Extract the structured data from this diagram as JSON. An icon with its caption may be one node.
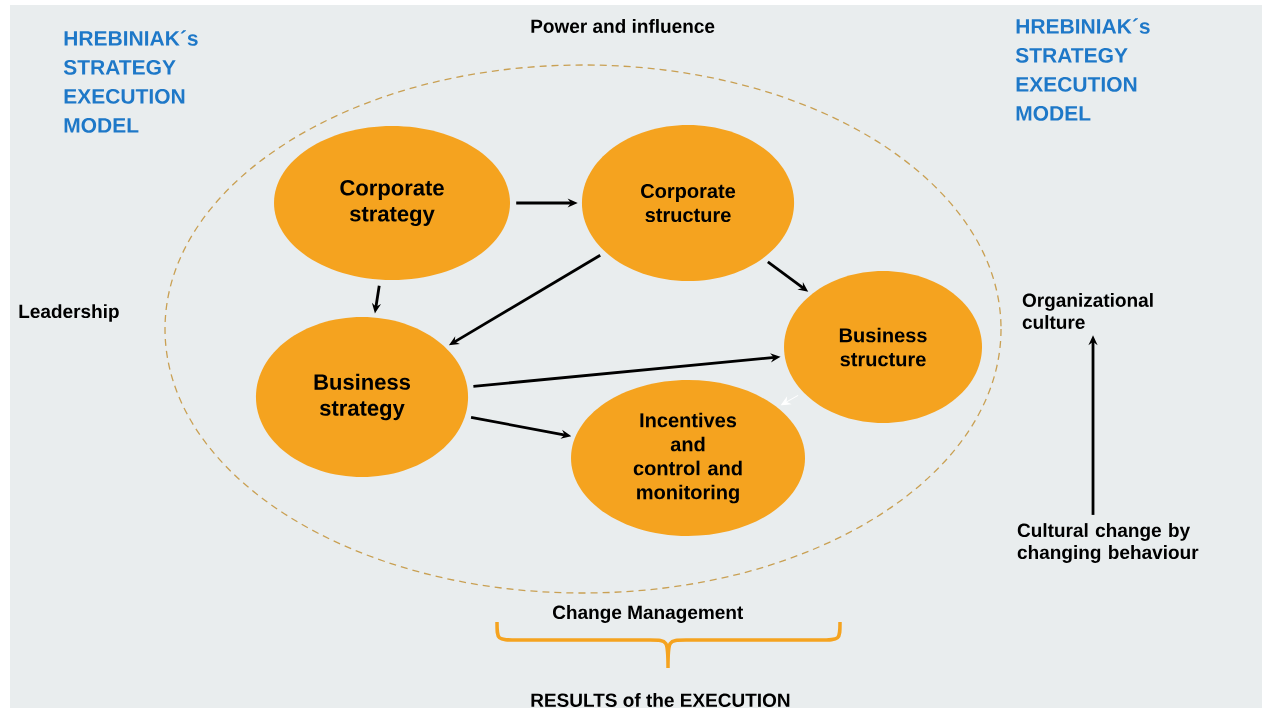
{
  "diagram": {
    "title": "HREBINIAK´s STRATEGY EXECUTION MODEL",
    "nodes": [
      {
        "text": [
          "Corporate strategy"
        ]
      },
      {
        "text": [
          "Corporate structure"
        ]
      },
      {
        "text": [
          "Business strategy"
        ]
      },
      {
        "text": [
          "Business structure"
        ]
      },
      {
        "text": [
          "Incentives and control and monitoring"
        ]
      },
      {
        "text": [
          "Organizational culture"
        ]
      },
      {
        "text": [
          "Cultural change by changing behaviour"
        ]
      }
    ],
    "edges": [
      {
        "from": 0,
        "to": 1,
        "arrow": "to"
      },
      {
        "from": 0,
        "to": 2,
        "arrow": "to"
      },
      {
        "from": 1,
        "to": 2,
        "arrow": "to"
      },
      {
        "from": 1,
        "to": 3,
        "arrow": "to"
      },
      {
        "from": 2,
        "to": 3,
        "arrow": "to"
      },
      {
        "from": 2,
        "to": 4,
        "arrow": "to"
      },
      {
        "from": 3,
        "to": 4,
        "arrow": "to",
        "color": "#ffffff"
      },
      {
        "from": 6,
        "to": 5,
        "arrow": "to"
      }
    ],
    "labels": [
      "HREBINIAK´s STRATEGY EXECUTION MODEL",
      "Power and influence",
      "Leadership",
      "Change Management",
      "RESULTS of the EXECUTION"
    ]
  }
}
